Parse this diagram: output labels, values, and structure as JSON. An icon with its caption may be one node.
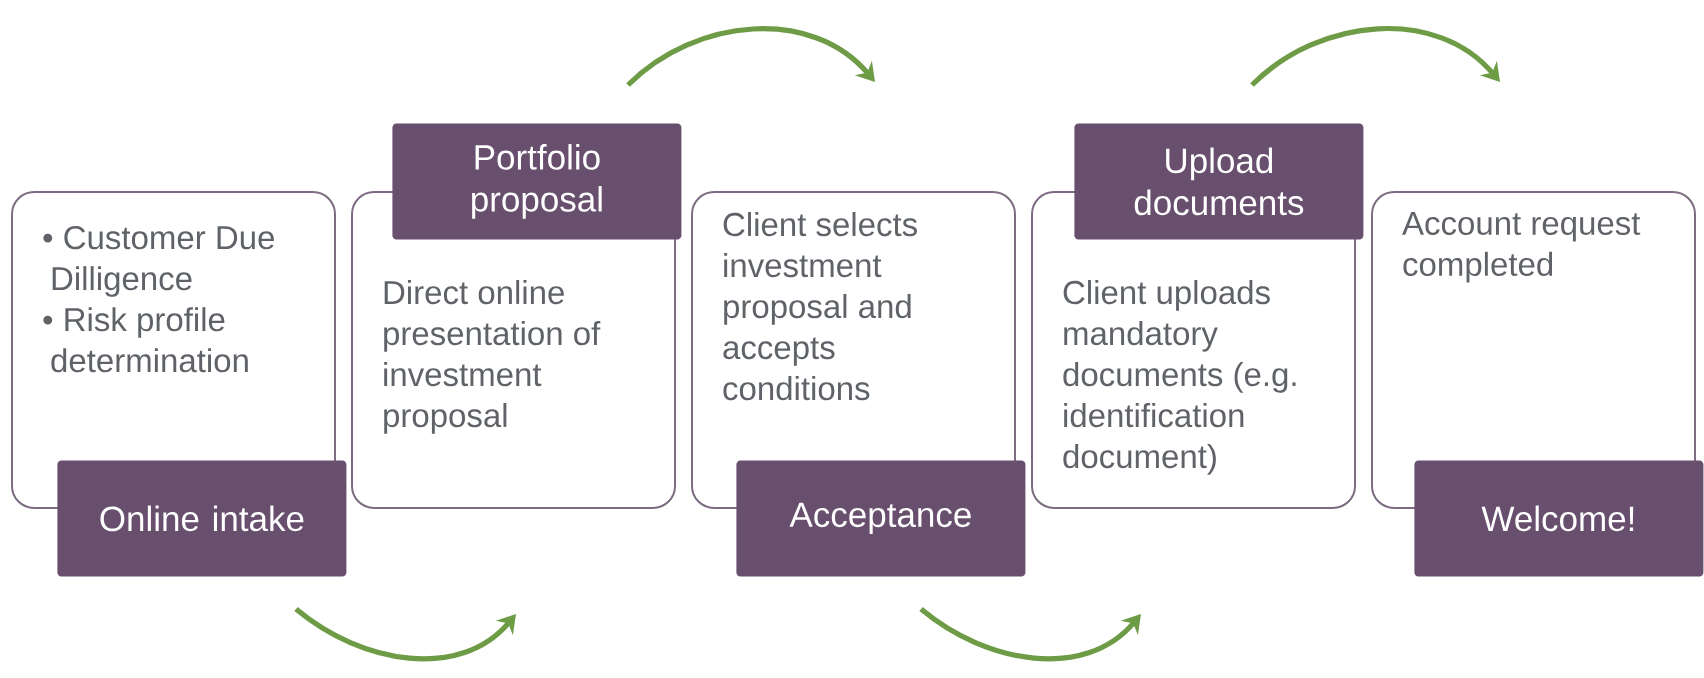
{
  "diagram": {
    "nodes": [
      {
        "text": [
          "• Customer Due Dilligence",
          "• Risk profile determination"
        ]
      },
      {
        "text": [
          "Online intake"
        ]
      },
      {
        "text": [
          "Direct online presentation of investment proposal"
        ]
      },
      {
        "text": [
          "Portfolio proposal"
        ]
      },
      {
        "text": [
          "Client selects investment proposal and accepts conditions"
        ]
      },
      {
        "text": [
          "Acceptance"
        ]
      },
      {
        "text": [
          "Client uploads mandatory documents (e.g. identification document)"
        ]
      },
      {
        "text": [
          "Upload documents"
        ]
      },
      {
        "text": [
          "Account request completed"
        ]
      },
      {
        "text": [
          "Welcome!"
        ]
      }
    ]
  }
}
